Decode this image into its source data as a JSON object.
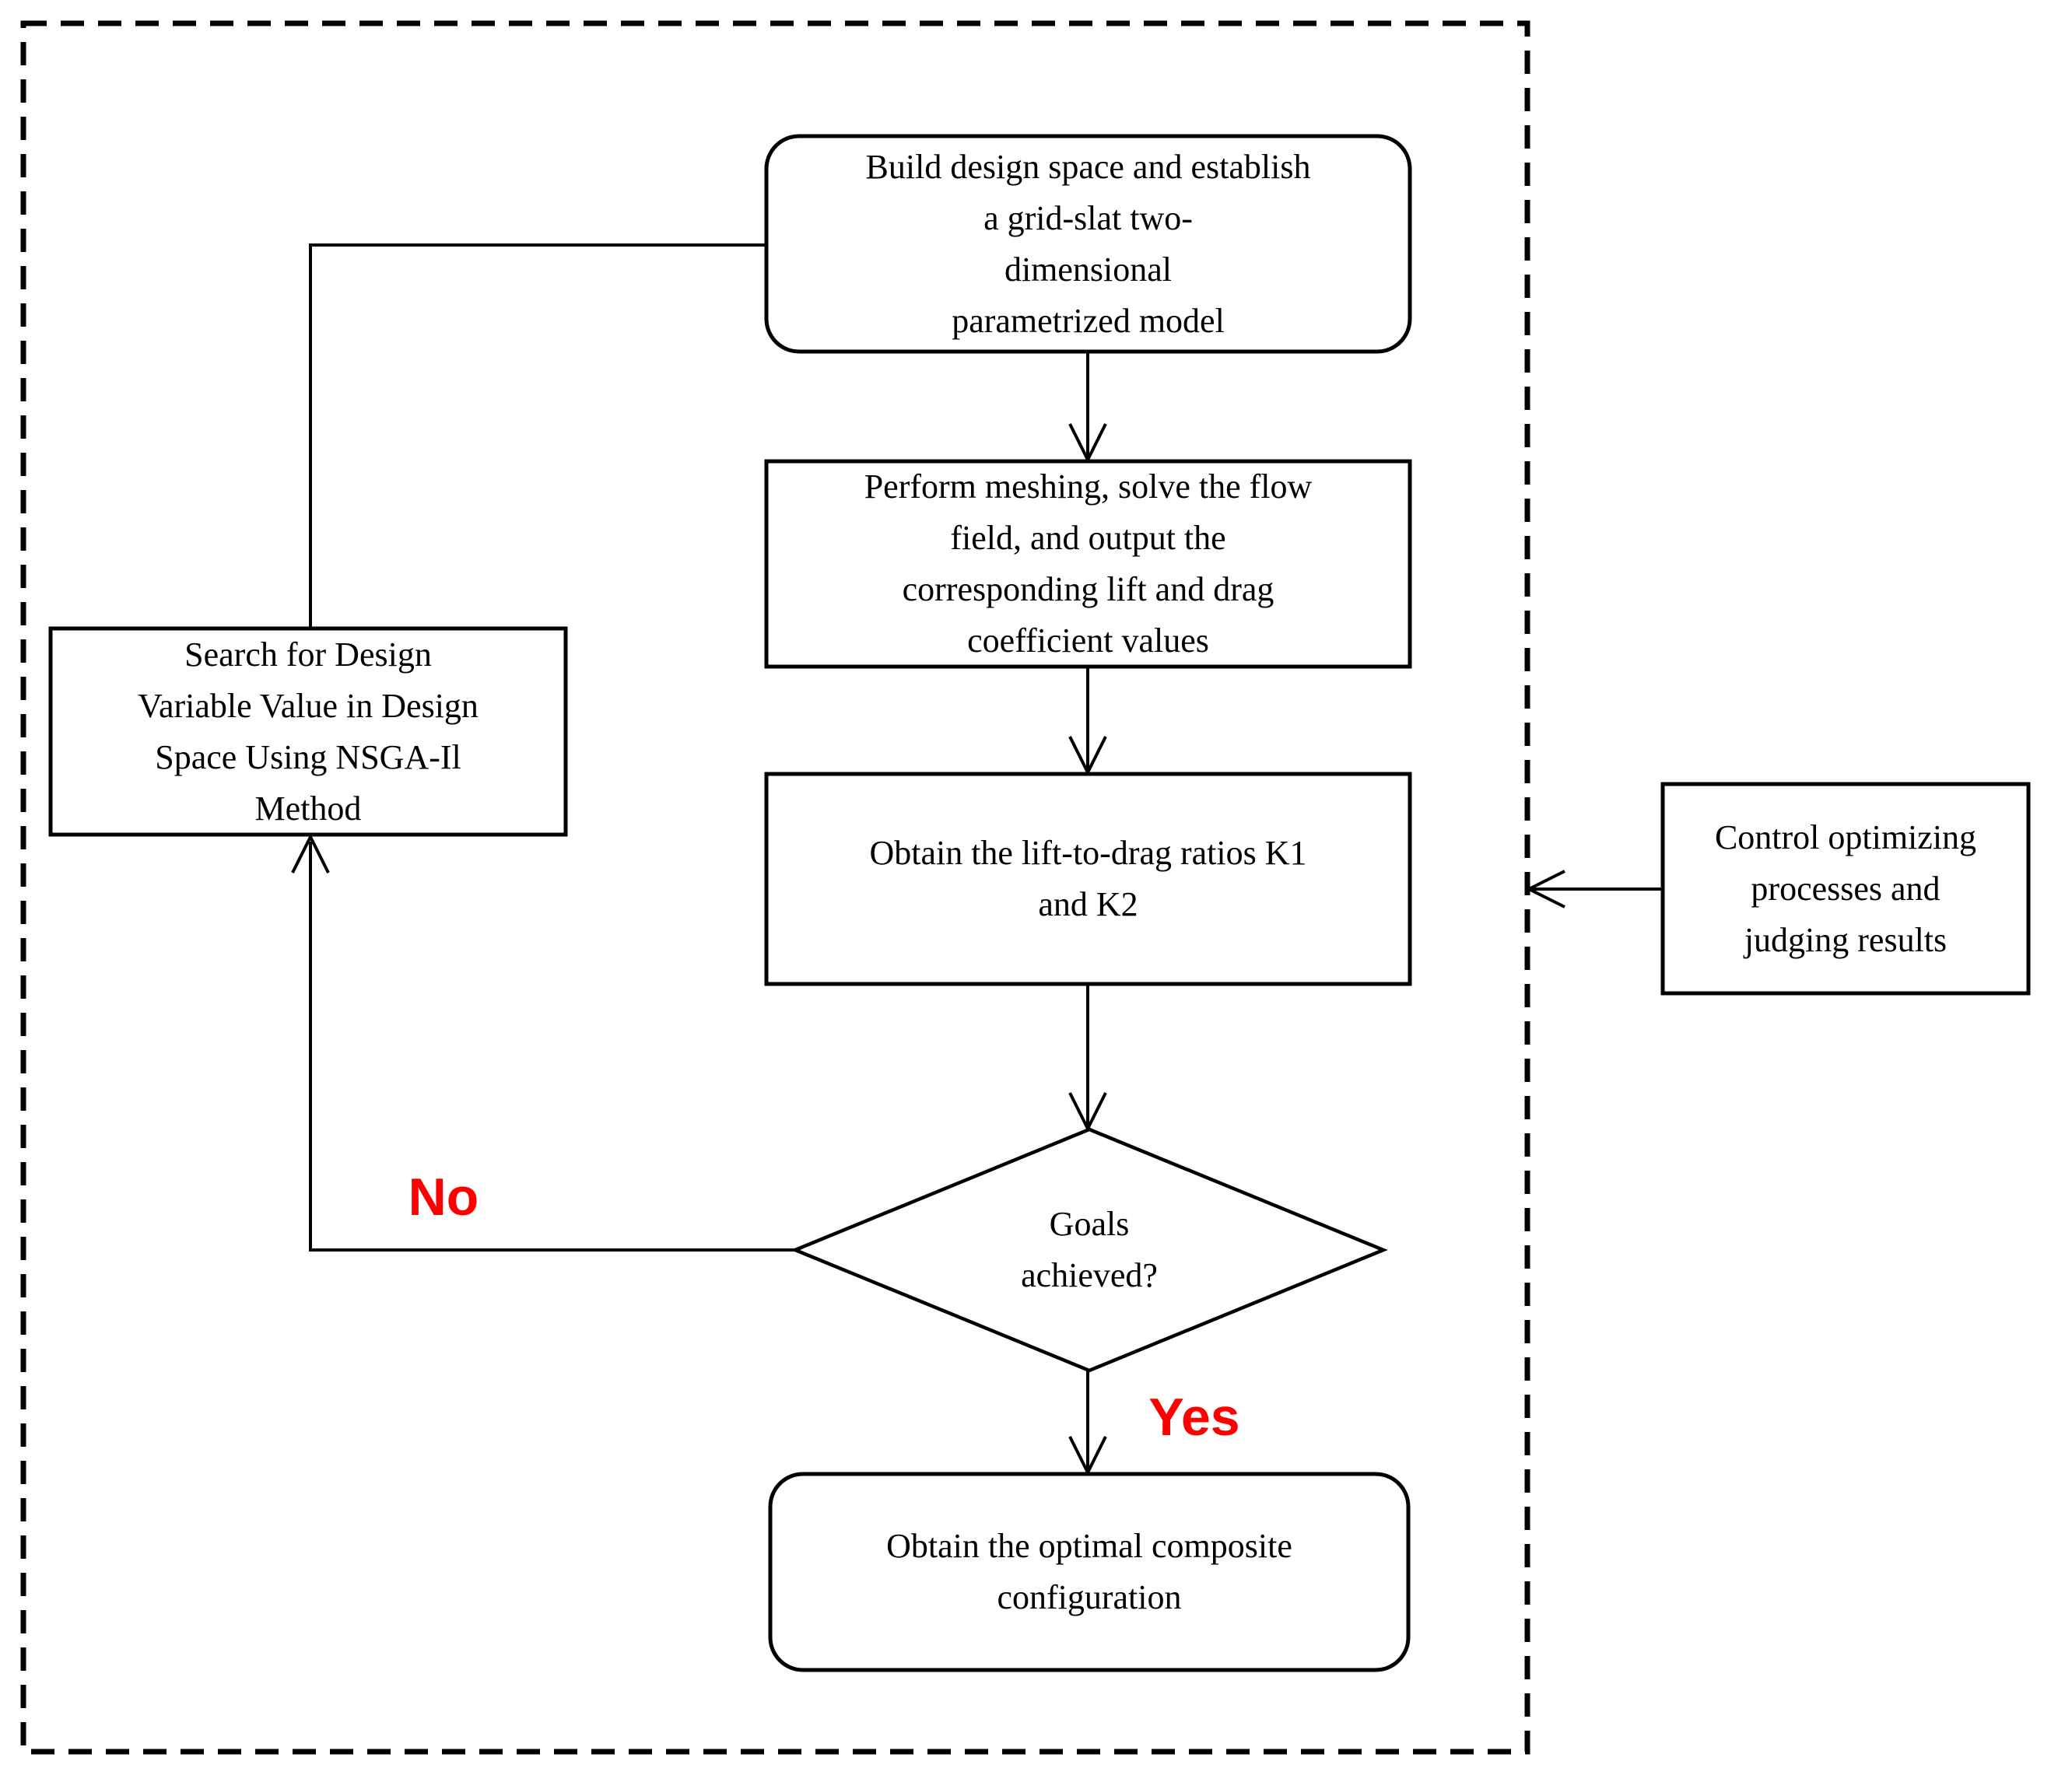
{
  "flowchart": {
    "background_color": "#ffffff",
    "stroke_color": "#000000",
    "edge_label_color": "#ff0000",
    "boundary_style": "dashed-rectangle",
    "nodes": {
      "build_model": {
        "shape": "rounded-rectangle",
        "lines": [
          "Build design space and establish",
          "a grid-slat two-",
          "dimensional",
          "parametrized model"
        ]
      },
      "perform_meshing": {
        "shape": "rectangle",
        "lines": [
          "Perform meshing, solve the flow",
          "field, and output the",
          "corresponding lift and drag",
          "coefficient values"
        ]
      },
      "obtain_ratios": {
        "shape": "rectangle",
        "lines": [
          "Obtain the lift-to-drag ratios K1",
          "and K2"
        ]
      },
      "goals_achieved": {
        "shape": "diamond",
        "lines": [
          "Goals",
          "achieved?"
        ]
      },
      "optimal_configuration": {
        "shape": "rounded-rectangle",
        "lines": [
          "Obtain the optimal composite",
          "configuration"
        ]
      },
      "search_design_variable": {
        "shape": "rectangle",
        "lines": [
          "Search for Design",
          "Variable Value in Design",
          "Space Using NSGA-Il",
          "Method"
        ]
      },
      "control_optimizing": {
        "shape": "rectangle",
        "lines": [
          "Control optimizing",
          "processes and",
          "judging results"
        ]
      }
    },
    "edges": [
      {
        "from": "build_model",
        "to": "perform_meshing",
        "label": ""
      },
      {
        "from": "perform_meshing",
        "to": "obtain_ratios",
        "label": ""
      },
      {
        "from": "obtain_ratios",
        "to": "goals_achieved",
        "label": ""
      },
      {
        "from": "goals_achieved",
        "to": "search_design_variable",
        "label": "No"
      },
      {
        "from": "goals_achieved",
        "to": "optimal_configuration",
        "label": "Yes"
      },
      {
        "from": "search_design_variable",
        "to": "build_model",
        "label": ""
      },
      {
        "from": "control_optimizing",
        "to": "optimization_loop_boundary",
        "label": ""
      }
    ]
  }
}
